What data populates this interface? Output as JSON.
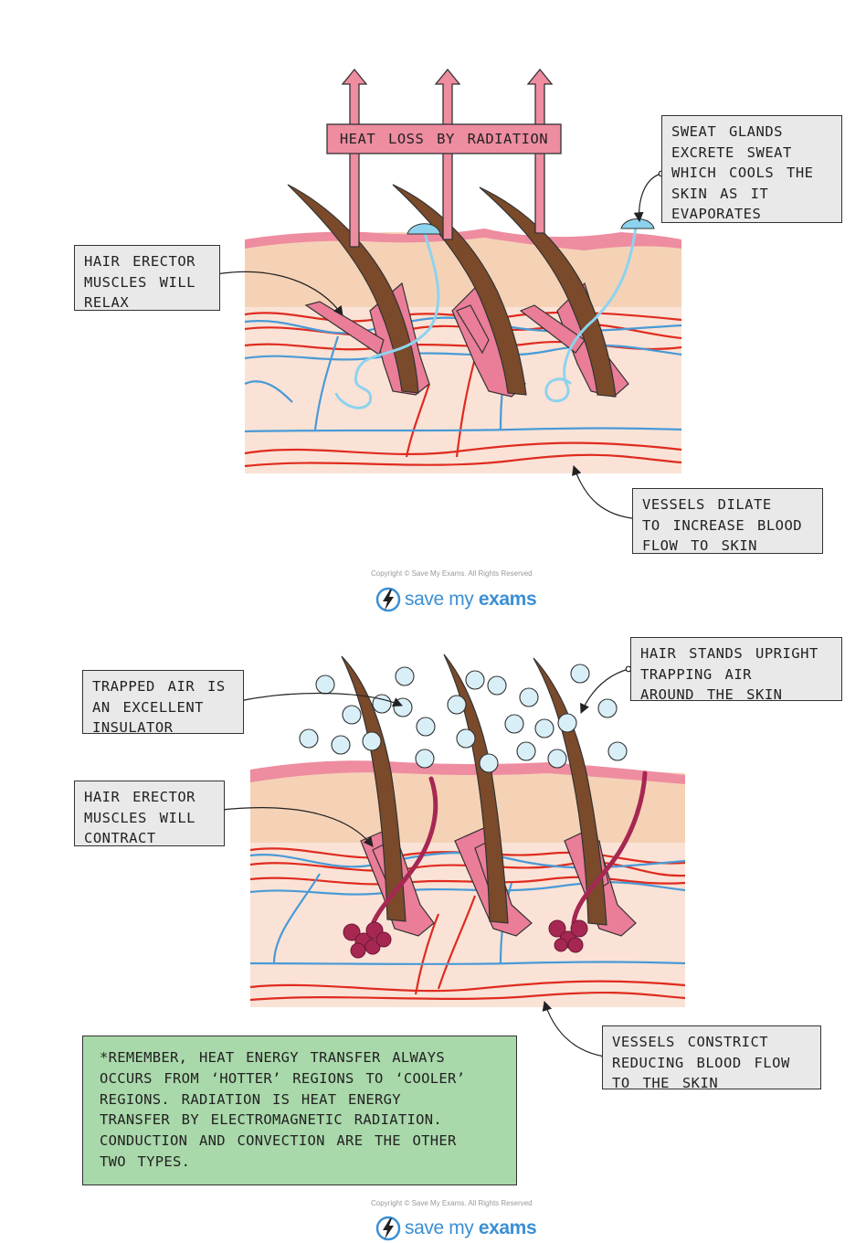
{
  "panel_top": {
    "radiation_label": "HEAT LOSS BY RADIATION",
    "callout_sweat": [
      "SWEAT GLANDS",
      "EXCRETE SWEAT",
      "WHICH COOLS THE",
      "SKIN AS IT",
      "EVAPORATES"
    ],
    "callout_muscles": [
      "HAIR ERECTOR",
      "MUSCLES WILL",
      "RELAX"
    ],
    "callout_vessels": [
      "VESSELS DILATE",
      "TO INCREASE BLOOD",
      "FLOW TO SKIN"
    ]
  },
  "panel_bottom": {
    "callout_air": [
      "TRAPPED AIR IS",
      "AN EXCELLENT",
      "INSULATOR"
    ],
    "callout_hair": [
      "HAIR STANDS UPRIGHT",
      "TRAPPING AIR",
      "AROUND THE SKIN"
    ],
    "callout_muscles": [
      "HAIR ERECTOR",
      "MUSCLES WILL",
      "CONTRACT"
    ],
    "callout_vessels": [
      "VESSELS CONSTRICT",
      "REDUCING BLOOD FLOW",
      "TO THE SKIN"
    ]
  },
  "note": [
    "*REMEMBER, HEAT ENERGY TRANSFER ALWAYS",
    "OCCURS FROM ‘HOTTER’ REGIONS TO ‘COOLER’",
    "REGIONS. RADIATION IS HEAT ENERGY",
    "TRANSFER BY ELECTROMAGNETIC RADIATION.",
    "CONDUCTION AND CONVECTION ARE THE OTHER",
    "TWO TYPES."
  ],
  "copyright": "Copyright © Save My Exams. All Rights Reserved",
  "logo": {
    "part1": "save ",
    "part2": "my ",
    "part3": "exams"
  },
  "colors": {
    "epidermis": "#ee8ca0",
    "dermis_top": "#f6d3b8",
    "dermis_bottom": "#fae3d6",
    "hair": "#7a4a2b",
    "follicle": "#ea7d98",
    "artery": "#e02b20",
    "vein": "#4a9ad6",
    "sweat": "#8dd3ee",
    "air": "#d9eff8",
    "constricted": "#a62852",
    "note_bg": "#a9d8aa",
    "callout_bg": "#e9e9e9"
  }
}
